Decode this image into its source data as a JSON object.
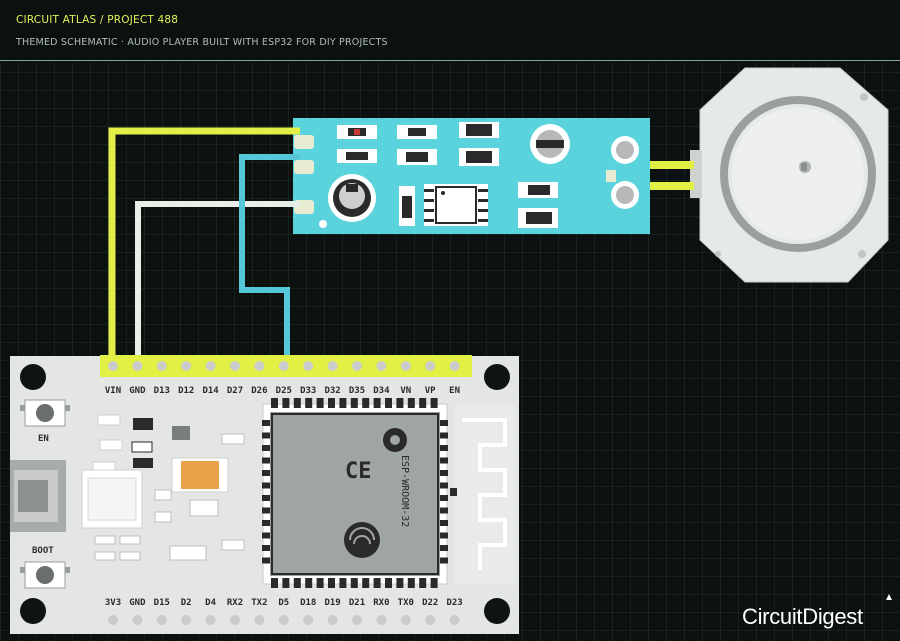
{
  "header": {
    "breadcrumb": "CIRCUIT ATLAS / PROJECT 488",
    "subtitle": "THEMED SCHEMATIC · AUDIO PLAYER BUILT WITH ESP32 FOR DIY PROJECTS"
  },
  "esp32": {
    "top_pins": [
      "VIN",
      "GND",
      "D13",
      "D12",
      "D14",
      "D27",
      "D26",
      "D25",
      "D33",
      "D32",
      "D35",
      "D34",
      "VN",
      "VP",
      "EN"
    ],
    "bottom_pins": [
      "3V3",
      "GND",
      "D15",
      "D2",
      "D4",
      "RX2",
      "TX2",
      "D5",
      "D18",
      "D19",
      "D21",
      "RX0",
      "TX0",
      "D22",
      "D23"
    ],
    "en_label": "EN",
    "boot_label": "BOOT",
    "module_label": "ESP-WROOM-32"
  },
  "brand": {
    "logo_left": "Circuit",
    "logo_right": "Digest"
  },
  "colors": {
    "background": "#0c1110",
    "grid": "#1e3a2e",
    "wire_yellow": "#e2f046",
    "wire_white": "#e8eee8",
    "wire_cyan": "#54c8d8",
    "amplifier_board": "#5bd3dc",
    "esp32_board": "#e3e6e3"
  },
  "icons": {
    "speaker": "speaker-icon",
    "antenna": "antenna-icon",
    "usb_port": "usb-port-icon"
  }
}
